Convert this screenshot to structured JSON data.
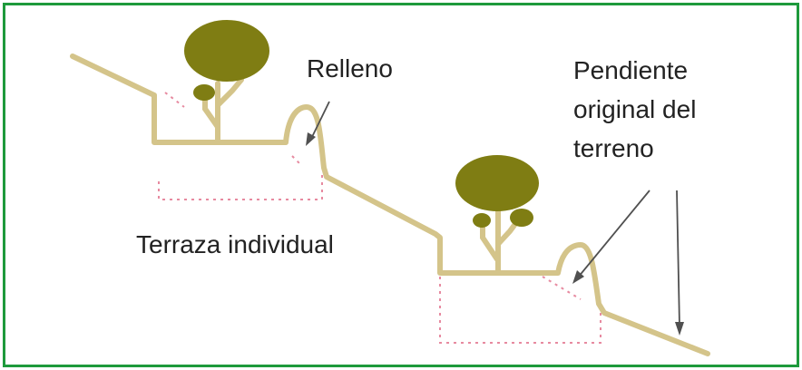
{
  "labels": {
    "fill": "Relleno",
    "slope_line1": "Pendiente",
    "slope_line2": "original del",
    "slope_line3": "terreno",
    "terrace": "Terraza individual"
  },
  "colors": {
    "frame": "#1e9a3c",
    "ground": "#d4c48a",
    "tree": "#7f7d13",
    "dotted": "#e78aa0",
    "arrow": "#505050",
    "text": "#222222"
  }
}
